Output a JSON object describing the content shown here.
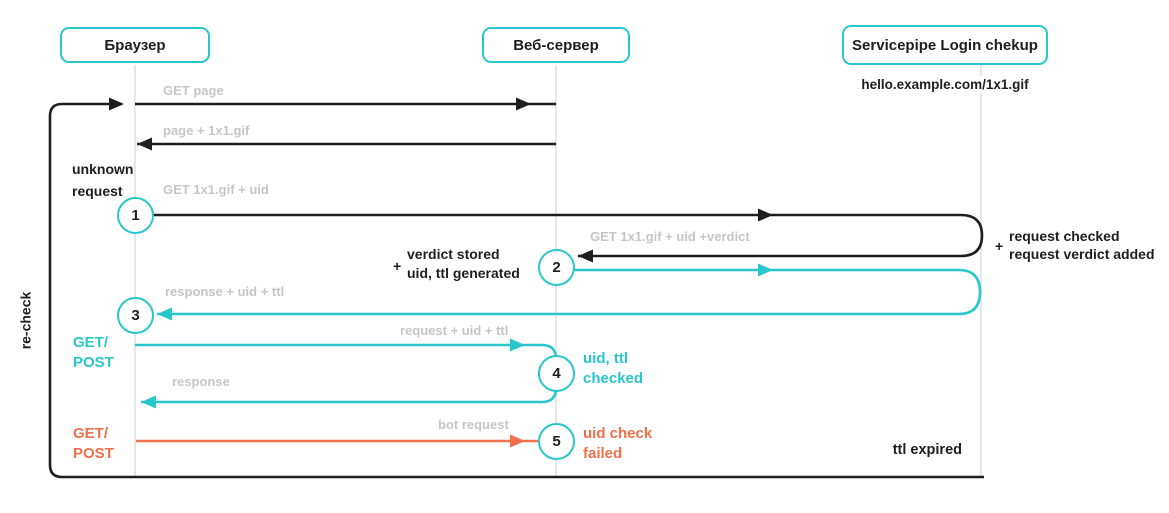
{
  "actors": [
    {
      "name": "browser",
      "label": "Браузер"
    },
    {
      "name": "web-server",
      "label": "Веб-сервер"
    },
    {
      "name": "servicepipe",
      "label": "Servicepipe Login chekup"
    }
  ],
  "servicepipe_url": "hello.example.com/1x1.gif",
  "steps": [
    "1",
    "2",
    "3",
    "4",
    "5"
  ],
  "messages": {
    "get_page": "GET page",
    "page_gif": "page + 1x1.gif",
    "get_gif_uid": "GET 1x1.gif + uid",
    "get_gif_uid_verdict": "GET 1x1.gif + uid +verdict",
    "response_uid_ttl": "response + uid + ttl",
    "request_uid_ttl": "request + uid + ttl",
    "response": "response",
    "bot_request": "bot request"
  },
  "annotations": {
    "unknown_request": "unknown request",
    "plus": "+",
    "verdict_stored": {
      "lines": [
        "verdict stored",
        "uid, ttl generated"
      ]
    },
    "request_checked": {
      "lines": [
        "request checked",
        "request verdict added"
      ]
    },
    "uid_ttl_checked": {
      "lines": [
        "uid, ttl",
        "checked"
      ]
    },
    "uid_check_failed": {
      "lines": [
        "uid check",
        "failed"
      ]
    },
    "get_post_recheck": {
      "lines": [
        "GET/",
        "POST"
      ]
    },
    "get_post_bot": {
      "lines": [
        "GET/",
        "POST"
      ]
    },
    "recheck": "re-check",
    "ttl_expired": "ttl expired"
  },
  "colors": {
    "teal": "#29c7cc",
    "orange": "#f1704b",
    "black": "#1e1e1e",
    "label_gray": "#c6c6c6",
    "lifeline_gray": "#e6e6e6"
  }
}
